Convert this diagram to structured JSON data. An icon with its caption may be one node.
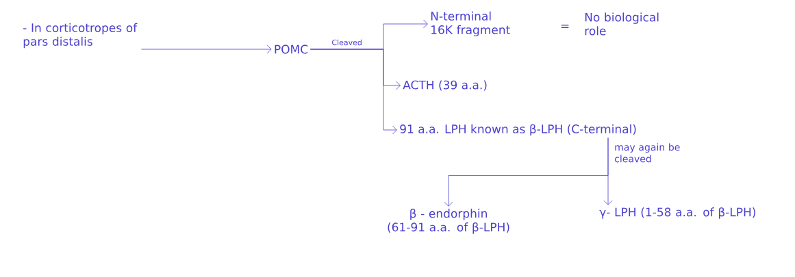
{
  "diagram": {
    "nodes": [
      {
        "text": [
          "- In corticotropes of pars distalis"
        ]
      },
      {
        "text": [
          "POMC"
        ]
      },
      {
        "text": [
          "N-terminal 16K fragment"
        ]
      },
      {
        "text": [
          "No biological role"
        ]
      },
      {
        "text": [
          "ACTH (39 a.a.)"
        ]
      },
      {
        "text": [
          "91 a.a. LPH known as β-LPH (C-terminal)"
        ]
      },
      {
        "text": [
          "β - endorphin",
          "(61-91 a.a. of β-LPH)"
        ]
      },
      {
        "text": [
          "γ- LPH (1-58 a.a. of β-LPH)"
        ]
      }
    ],
    "edges": [
      {
        "from": 0,
        "to": 1,
        "arrow": "to"
      },
      {
        "from": 1,
        "to": 2,
        "arrow": "to",
        "label": "Cleaved"
      },
      {
        "from": 1,
        "to": 4,
        "arrow": "to"
      },
      {
        "from": 1,
        "to": 5,
        "arrow": "to"
      },
      {
        "from": 5,
        "to": 6,
        "arrow": "to"
      },
      {
        "from": 5,
        "to": 7,
        "arrow": "to",
        "label": "may again be cleaved"
      }
    ],
    "labels": [
      "="
    ]
  }
}
